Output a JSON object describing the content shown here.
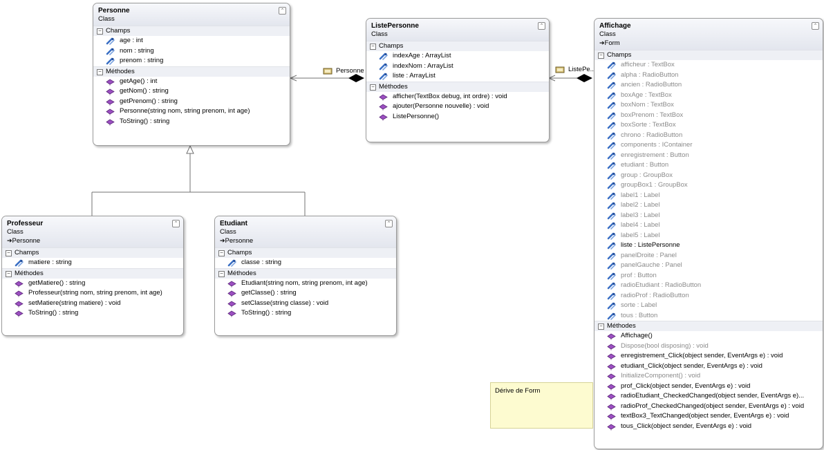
{
  "classes": {
    "personne": {
      "title": "Personne",
      "stereotype": "Class",
      "fields_label": "Champs",
      "methods_label": "Méthodes",
      "fields": [
        "age : int",
        "nom : string",
        "prenom : string"
      ],
      "methods": [
        "getAge() : int",
        "getNom() : string",
        "getPrenom() : string",
        "Personne(string nom, string prenom, int age)",
        "ToString() : string"
      ]
    },
    "listepersonne": {
      "title": "ListePersonne",
      "stereotype": "Class",
      "fields_label": "Champs",
      "methods_label": "Méthodes",
      "fields": [
        "indexAge : ArrayList",
        "indexNom : ArrayList",
        "liste : ArrayList"
      ],
      "methods": [
        "afficher(TextBox debug, int ordre) : void",
        "ajouter(Personne nouvelle) : void",
        "ListePersonne()"
      ]
    },
    "affichage": {
      "title": "Affichage",
      "stereotype": "Class",
      "base": "Form",
      "fields_label": "Champs",
      "methods_label": "Méthodes",
      "fields": [
        "afficheur : TextBox",
        "alpha : RadioButton",
        "ancien : RadioButton",
        "boxAge : TextBox",
        "boxNom : TextBox",
        "boxPrenom : TextBox",
        "boxSorte : TextBox",
        "chrono : RadioButton",
        "components : IContainer",
        "enregistrement : Button",
        "etudiant : Button",
        "group : GroupBox",
        "groupBox1 : GroupBox",
        "label1 : Label",
        "label2 : Label",
        "label3 : Label",
        "label4 : Label",
        "label5 : Label",
        "liste : ListePersonne",
        "panelDroite : Panel",
        "panelGauche : Panel",
        "prof : Button",
        "radioEtudiant : RadioButton",
        "radioProf : RadioButton",
        "sorte : Label",
        "tous : Button"
      ],
      "methods": [
        "Affichage()",
        "Dispose(bool disposing) : void",
        "enregistrement_Click(object sender, EventArgs e) : void",
        "etudiant_Click(object sender, EventArgs e) : void",
        "InitializeComponent() : void",
        "prof_Click(object sender, EventArgs e) : void",
        "radioEtudiant_CheckedChanged(object sender, EventArgs e)...",
        "radioProf_CheckedChanged(object sender, EventArgs e) : void",
        "textBox3_TextChanged(object sender, EventArgs e) : void",
        "tous_Click(object sender, EventArgs e) : void"
      ]
    },
    "professeur": {
      "title": "Professeur",
      "stereotype": "Class",
      "base": "Personne",
      "fields_label": "Champs",
      "methods_label": "Méthodes",
      "fields": [
        "matiere : string"
      ],
      "methods": [
        "getMatiere() : string",
        "Professeur(string nom, string prenom, int age)",
        "setMatiere(string matiere) : void",
        "ToString() : string"
      ]
    },
    "etudiant": {
      "title": "Etudiant",
      "stereotype": "Class",
      "base": "Personne",
      "fields_label": "Champs",
      "methods_label": "Méthodes",
      "fields": [
        "classe : string"
      ],
      "methods": [
        "Etudiant(string nom, string prenom, int age)",
        "getClasse() : string",
        "setClasse(string classe) : void",
        "ToString() : string"
      ]
    }
  },
  "associations": {
    "listepersonne_to_personne": "Personne",
    "affichage_to_listepersonne": "ListePe..."
  },
  "note": "Dérive de Form",
  "colors": {
    "header_gradient_top": "#f7f8fb",
    "header_gradient_bottom": "#e3e6ee",
    "section_band": "#eef0f5",
    "note_fill": "#fdfbd0",
    "field_icon": "#3a6fc4",
    "method_icon": "#9b4fc0"
  }
}
